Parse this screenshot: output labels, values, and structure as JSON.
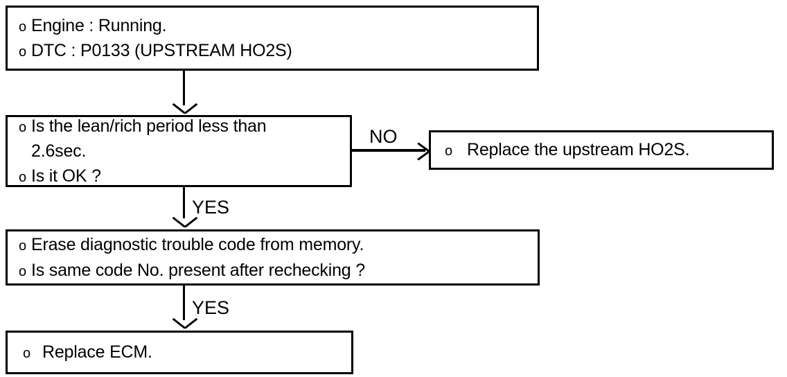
{
  "diagram": {
    "title": "DTC P0133 upstream HO2S diagnostic flowchart",
    "ink_color": "#000000",
    "background_color": "#ffffff",
    "bullet_glyph": "o",
    "nodes": [
      {
        "id": "conditions",
        "lines": [
          {
            "bullet": "o",
            "text": "Engine : Running."
          },
          {
            "bullet": "o",
            "text": "DTC : P0133 (UPSTREAM HO2S)"
          }
        ]
      },
      {
        "id": "question",
        "lines": [
          {
            "bullet": "o",
            "text": "Is the lean/rich period less than",
            "continuation": "2.6sec."
          },
          {
            "bullet": "o",
            "text": "Is it OK ?"
          }
        ]
      },
      {
        "id": "replace-ho2s",
        "lines": [
          {
            "bullet": "o",
            "text": "Replace the upstream HO2S."
          }
        ]
      },
      {
        "id": "erase",
        "lines": [
          {
            "bullet": "o",
            "text": "Erase diagnostic trouble code from memory."
          },
          {
            "bullet": "o",
            "text": "Is same code No. present after rechecking ?"
          }
        ]
      },
      {
        "id": "replace-ecm",
        "lines": [
          {
            "bullet": "o",
            "text": "Replace ECM."
          }
        ]
      }
    ],
    "edges": [
      {
        "id": "conditions-to-question",
        "label": ""
      },
      {
        "id": "question-to-replace-ho2s",
        "label": "NO"
      },
      {
        "id": "question-to-erase",
        "label": "YES"
      },
      {
        "id": "erase-to-replace-ecm",
        "label": "YES"
      }
    ]
  }
}
